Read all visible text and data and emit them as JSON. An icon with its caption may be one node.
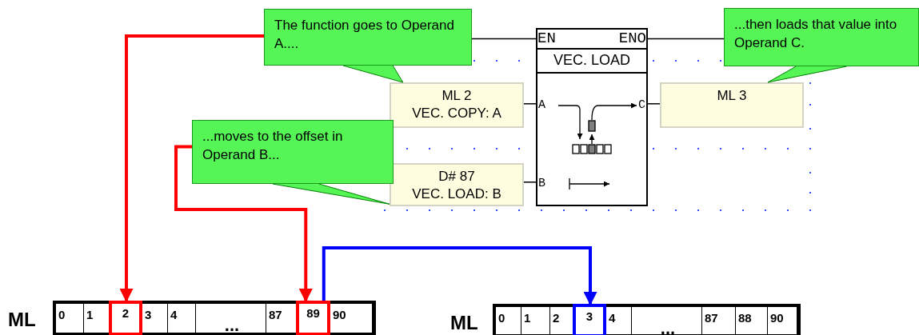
{
  "diagram": {
    "nodes": [
      {
        "text": [
          "The function goes to Operand A...."
        ]
      },
      {
        "text": [
          "...moves to the offset in Operand B..."
        ]
      },
      {
        "text": [
          "...then loads that value into Operand C."
        ]
      },
      {
        "text": [
          "EN",
          "ENO",
          "VEC. LOAD",
          "A",
          "B",
          "C"
        ]
      },
      {
        "text": [
          "ML 2",
          "VEC. COPY: A"
        ]
      },
      {
        "text": [
          "D# 87",
          "VEC. LOAD: B"
        ]
      },
      {
        "text": [
          "ML 3"
        ]
      },
      {
        "text": [],
        "shape": "bar",
        "beside": [
          "ML"
        ]
      },
      {
        "text": [
          "0"
        ],
        "in": 7
      },
      {
        "text": [
          "1"
        ],
        "in": 7
      },
      {
        "text": [
          "2"
        ],
        "in": 7
      },
      {
        "text": [
          "3"
        ],
        "in": 7
      },
      {
        "text": [
          "4"
        ],
        "in": 7
      },
      {
        "text": [
          "..."
        ],
        "in": 7
      },
      {
        "text": [
          "87"
        ],
        "in": 7
      },
      {
        "text": [
          "89"
        ],
        "in": 7
      },
      {
        "text": [
          "90"
        ],
        "in": 7
      },
      {
        "text": [],
        "shape": "bar",
        "beside": [
          "ML"
        ]
      },
      {
        "text": [
          "0"
        ],
        "in": 17
      },
      {
        "text": [
          "1"
        ],
        "in": 17
      },
      {
        "text": [
          "2"
        ],
        "in": 17
      },
      {
        "text": [
          "3"
        ],
        "in": 17
      },
      {
        "text": [
          "4"
        ],
        "in": 17
      },
      {
        "text": [
          "..."
        ],
        "in": 17
      },
      {
        "text": [
          "87"
        ],
        "in": 17
      },
      {
        "text": [
          "88"
        ],
        "in": 17
      },
      {
        "text": [
          "90"
        ],
        "in": 17
      }
    ],
    "edges": [
      {
        "from": 0,
        "to": 4,
        "arrow": "none",
        "color": "#008000"
      },
      {
        "from": 1,
        "to": 5,
        "arrow": "none",
        "color": "#008000"
      },
      {
        "from": 2,
        "to": 6,
        "arrow": "none",
        "color": "#008000"
      },
      {
        "from": 0,
        "to": 3,
        "arrow": "none"
      },
      {
        "from": 3,
        "to": 2,
        "arrow": "none"
      },
      {
        "from": 4,
        "to": 3,
        "arrow": "none"
      },
      {
        "from": 5,
        "to": 3,
        "arrow": "none"
      },
      {
        "from": 3,
        "to": 6,
        "arrow": "none"
      },
      {
        "from": 0,
        "to": 10,
        "arrow": "to",
        "style": "thick",
        "color": "#ff0000"
      },
      {
        "from": 1,
        "to": 15,
        "arrow": "to",
        "style": "thick",
        "color": "#ff0000"
      },
      {
        "from": 15,
        "to": 21,
        "arrow": "to",
        "style": "thick",
        "color": "#0000ff"
      }
    ]
  }
}
